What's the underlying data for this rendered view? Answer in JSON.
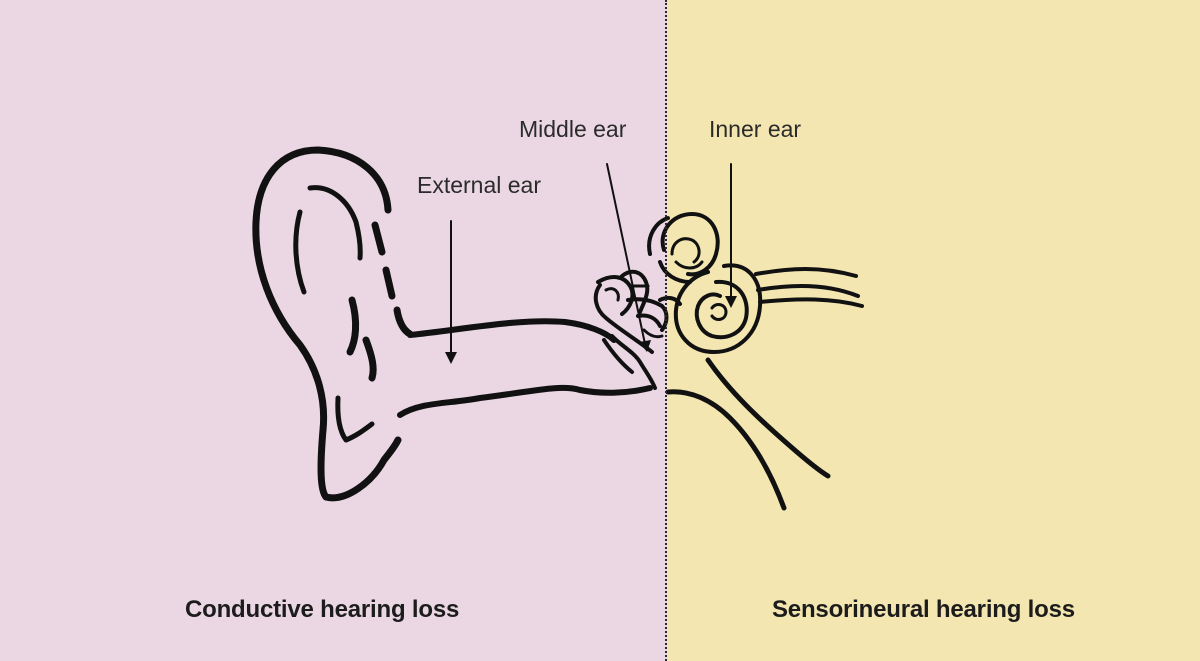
{
  "colors": {
    "conductive_background": "#ead7e3",
    "sensorineural_background": "#f3e6b1",
    "line": "#111111"
  },
  "labels": {
    "external_ear": "External ear",
    "middle_ear": "Middle ear",
    "inner_ear": "Inner ear"
  },
  "captions": {
    "conductive": "Conductive hearing loss",
    "sensorineural": "Sensorineural hearing loss"
  }
}
